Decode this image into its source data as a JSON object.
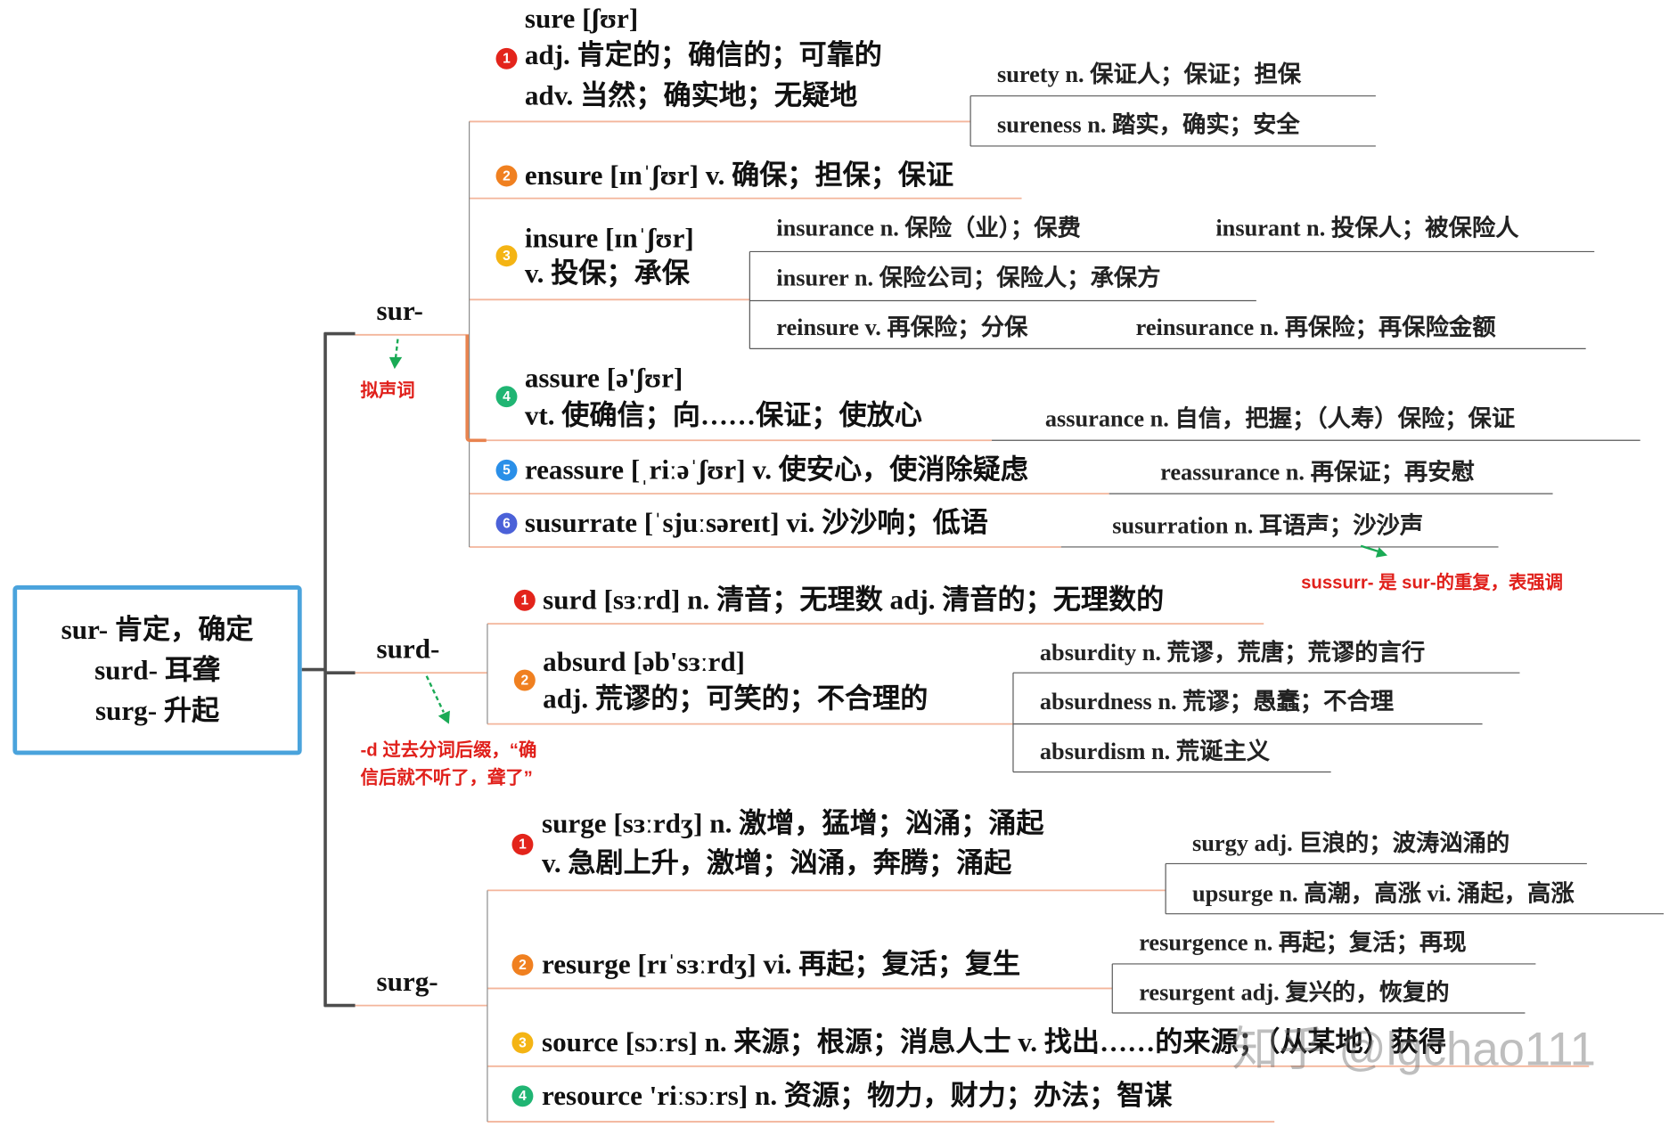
{
  "root_box": {
    "lines": [
      "sur- 肯定，确定",
      "surd- 耳聋",
      "surg- 升起"
    ]
  },
  "sur": {
    "label": "sur-",
    "note": "拟声词",
    "repeat_note": "sussurr- 是 sur-的重复，表强调",
    "nodes": [
      {
        "num": "1",
        "lines": [
          "sure [ʃʊr]",
          "adj. 肯定的；确信的；可靠的",
          "adv. 当然；确实地；无疑地"
        ],
        "children": [
          {
            "text": "surety n. 保证人；保证；担保"
          },
          {
            "text": "sureness n. 踏实，确实；安全"
          }
        ]
      },
      {
        "num": "2",
        "lines": [
          "ensure [ɪnˈʃʊr] v. 确保；担保；保证"
        ]
      },
      {
        "num": "3",
        "lines": [
          "insure [ɪnˈʃʊr]",
          "v. 投保；承保"
        ],
        "children": [
          {
            "text": "insurance n. 保险（业）；保费",
            "children": [
              "insurant n. 投保人；被保险人"
            ]
          },
          {
            "text": "insurer n. 保险公司；保险人；承保方"
          },
          {
            "text": "reinsure v. 再保险；分保",
            "children": [
              "reinsurance n. 再保险；再保险金额"
            ]
          }
        ]
      },
      {
        "num": "4",
        "lines": [
          "assure [ə'ʃʊr]",
          "vt. 使确信；向……保证；使放心"
        ],
        "children": [
          {
            "text": "assurance n. 自信，把握；（人寿）保险；保证"
          }
        ]
      },
      {
        "num": "5",
        "lines": [
          "reassure [ˌriːəˈʃʊr] v. 使安心，使消除疑虑"
        ],
        "children": [
          {
            "text": "reassurance n. 再保证；再安慰"
          }
        ]
      },
      {
        "num": "6",
        "lines": [
          "susurrate [ˈsjuːsəreɪt] vi. 沙沙响；低语"
        ],
        "children": [
          {
            "text": "susurration n. 耳语声；沙沙声"
          }
        ]
      }
    ]
  },
  "surd": {
    "label": "surd-",
    "note_lines": [
      "-d 过去分词后缀，“确",
      "信后就不听了，聋了”"
    ],
    "nodes": [
      {
        "num": "1",
        "lines": [
          "surd [sɜːrd] n. 清音；无理数 adj. 清音的；无理数的"
        ]
      },
      {
        "num": "2",
        "lines": [
          "absurd [əb'sɜːrd]",
          "adj. 荒谬的；可笑的；不合理的"
        ],
        "children": [
          {
            "text": "absurdity n. 荒谬，荒唐；荒谬的言行"
          },
          {
            "text": "absurdness n. 荒谬；愚蠢；不合理"
          },
          {
            "text": "absurdism n. 荒诞主义"
          }
        ]
      }
    ]
  },
  "surg": {
    "label": "surg-",
    "nodes": [
      {
        "num": "1",
        "lines": [
          "surge [sɜːrdʒ] n. 激增，猛增；汹涌；涌起",
          "v. 急剧上升，激增；汹涌，奔腾；涌起"
        ],
        "children": [
          {
            "text": "surgy adj. 巨浪的；波涛汹涌的"
          },
          {
            "text": "upsurge n. 高潮，高涨 vi. 涌起，高涨"
          }
        ]
      },
      {
        "num": "2",
        "lines": [
          "resurge [rɪˈsɜːrdʒ] vi. 再起；复活；复生"
        ],
        "children": [
          {
            "text": "resurgence n. 再起；复活；再现"
          },
          {
            "text": "resurgent adj. 复兴的，恢复的"
          }
        ]
      },
      {
        "num": "3",
        "lines": [
          "source [sɔːrs] n. 来源；根源；消息人士 v. 找出……的来源；（从某地）获得"
        ]
      },
      {
        "num": "4",
        "lines": [
          "resource 'riːsɔːrs] n. 资源；物力，财力；办法；智谋"
        ]
      }
    ]
  },
  "watermark": "知乎 @lgchao111",
  "colors": {
    "root_border": "#4aa3dc",
    "trunk": "#4d4d4d",
    "node_line": "#f3b59b",
    "highlight": "#e8834f",
    "note_text": "#e0201b",
    "arrow": "#1aaa55",
    "badges": [
      "#e3241b",
      "#f08020",
      "#f4b414",
      "#20b573",
      "#2a8fe8",
      "#4b61d8"
    ]
  }
}
